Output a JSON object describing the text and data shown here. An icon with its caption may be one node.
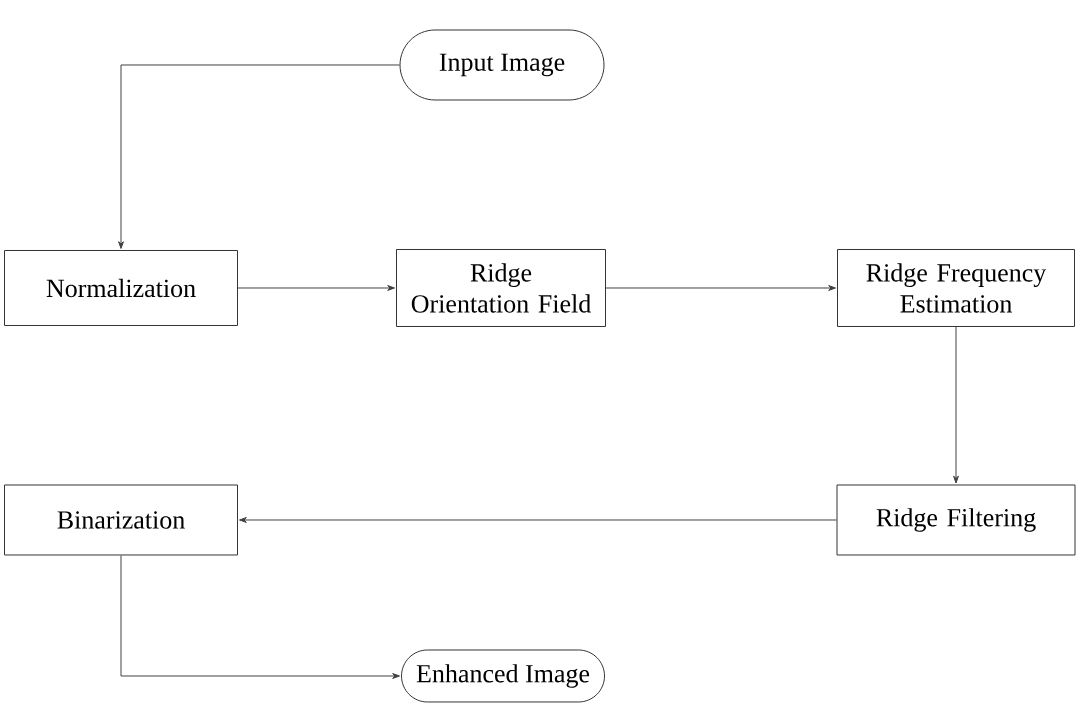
{
  "diagram": {
    "nodes": [
      {
        "text": [
          "Input Image"
        ]
      },
      {
        "text": [
          "Normalization"
        ]
      },
      {
        "text": [
          "Ridge Orientation Field"
        ]
      },
      {
        "text": [
          "Ridge Frequency Estimation"
        ]
      },
      {
        "text": [
          "Ridge Filtering"
        ]
      },
      {
        "text": [
          "Binarization"
        ]
      },
      {
        "text": [
          "Enhanced Image"
        ]
      }
    ],
    "edges": [
      {
        "from": 0,
        "to": 1,
        "arrow": "to"
      },
      {
        "from": 1,
        "to": 2,
        "arrow": "to"
      },
      {
        "from": 2,
        "to": 3,
        "arrow": "to"
      },
      {
        "from": 3,
        "to": 4,
        "arrow": "to"
      },
      {
        "from": 4,
        "to": 5,
        "arrow": "to"
      },
      {
        "from": 5,
        "to": 6,
        "arrow": "to"
      }
    ]
  }
}
